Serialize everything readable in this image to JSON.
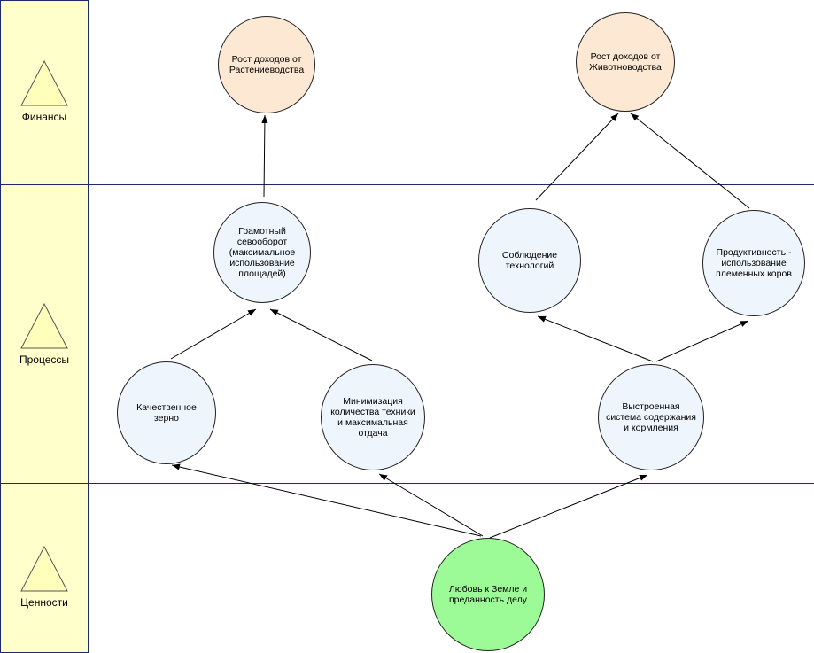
{
  "lanes": [
    {
      "label": "Финансы"
    },
    {
      "label": "Процессы"
    },
    {
      "label": "Ценности"
    }
  ],
  "nodes": {
    "crop_revenue": "Рост доходов от Растениеводства",
    "livestock_revenue": "Рост доходов от Животноводства",
    "crop_rotation": "Грамотный севооборот (максимальное использование площадей)",
    "technology": "Соблюдение технологий",
    "productivity": "Продуктивность - использование племенных коров",
    "quality_grain": "Качественное зерно",
    "minimize_equipment": "Минимизация количества техники и максимальная отдача",
    "housing_feeding": "Выстроенная система содержания и кормления",
    "love_land": "Любовь к Земле и преданность делу"
  },
  "colors": {
    "lane_header": "#ffffcc",
    "lane_border": "#1a2a6c",
    "triangle": "#ffffbb",
    "finance_node": "#fde9d3",
    "process_node": "#eef5fc",
    "value_node": "#9dfb97"
  }
}
